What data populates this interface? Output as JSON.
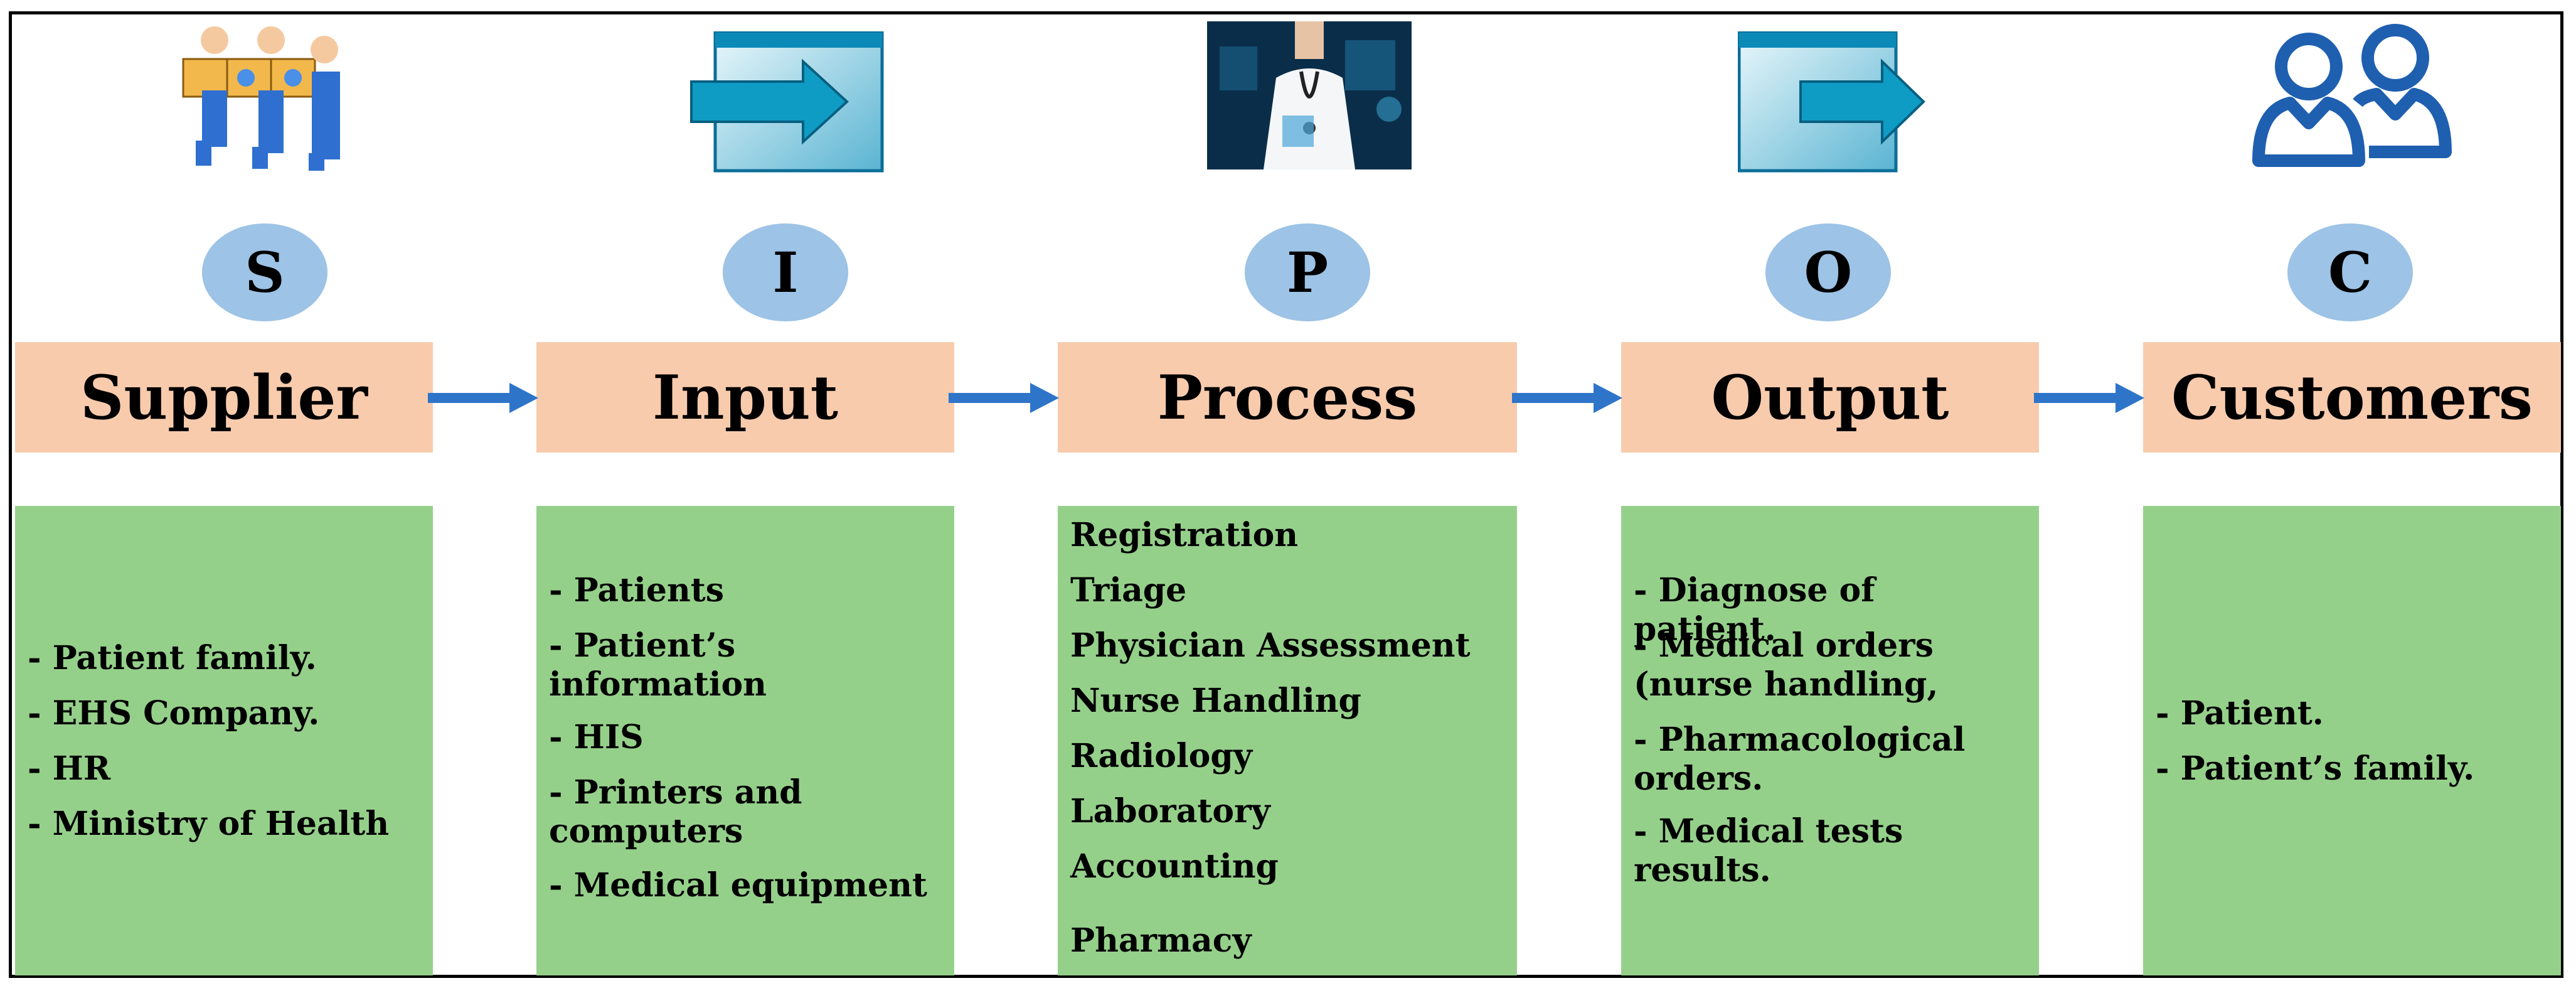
{
  "letters": [
    "S",
    "I",
    "P",
    "O",
    "C"
  ],
  "headers": [
    "Supplier",
    "Input",
    "Process",
    "Output",
    "Customers"
  ],
  "supplier_items": [
    "- Patient family.",
    "- EHS Company.",
    "- HR",
    "- Ministry of Health"
  ],
  "input_items": [
    "- Patients",
    "- Patient’s information",
    "- HIS",
    "- Printers and computers",
    "- Medical equipment"
  ],
  "process_items": [
    "Registration",
    "Triage",
    "Physician Assessment",
    "Nurse Handling",
    "Radiology",
    "Laboratory",
    "Accounting",
    "Pharmacy"
  ],
  "output_items": [
    "- Diagnose of patient.",
    "- Medical orders (nurse handling,",
    "- Pharmacological orders.",
    "- Medical tests results."
  ],
  "customer_items": [
    "- Patient.",
    "- Patient’s family."
  ],
  "colors": {
    "header": "#f8cbad",
    "box": "#95d08a",
    "circle": "#9dc3e6",
    "arrow": "#2e75c9",
    "icon_blue": "#1f5fb0"
  },
  "icons": [
    "workers-carrying-boxes-icon",
    "input-arrow-window-icon",
    "doctor-photo-icon",
    "output-arrow-window-icon",
    "customers-users-icon"
  ]
}
